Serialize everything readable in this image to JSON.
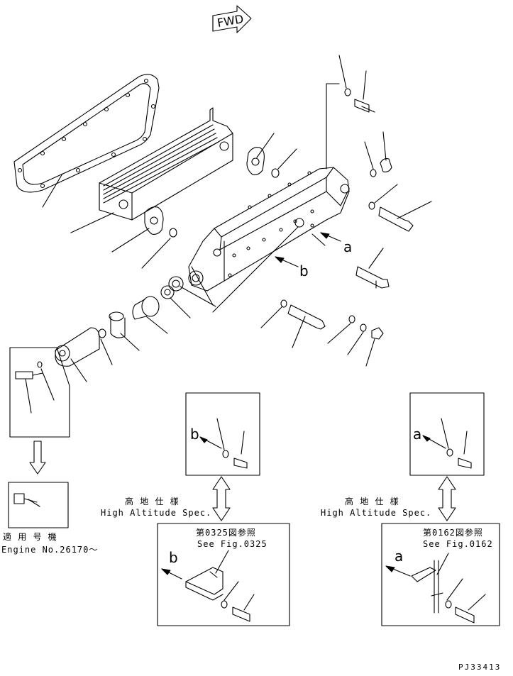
{
  "fwd_label": "FWD",
  "callout_a": "a",
  "callout_b": "b",
  "high_altitude_left": {
    "jp": "高 地 仕 様",
    "en": "High Altitude Spec."
  },
  "high_altitude_right": {
    "jp": "高 地 仕 様",
    "en": "High Altitude Spec."
  },
  "applicable": {
    "jp": "適 用 号 機",
    "en": "Engine No.26170～"
  },
  "ref_left": {
    "jp": "第0325図参照",
    "en": "See Fig.0325"
  },
  "ref_right": {
    "jp": "第0162図参照",
    "en": "See Fig.0162"
  },
  "inset_b_label": "b",
  "inset_a_label": "a",
  "detail_b_label": "b",
  "detail_a_label": "a",
  "figure_code": "PJ33413"
}
